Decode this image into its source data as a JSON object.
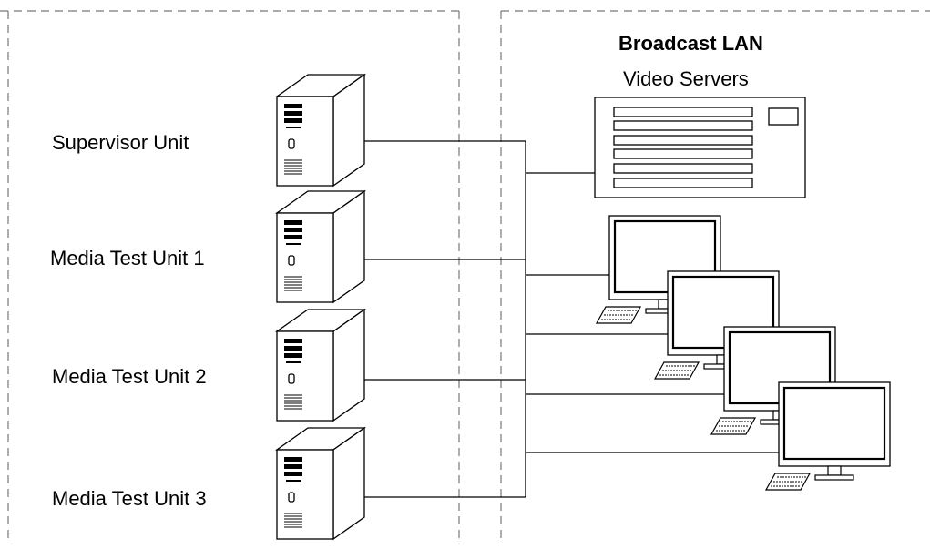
{
  "left_zone": {
    "labels": [
      "Supervisor Unit",
      "Media Test Unit 1",
      "Media Test Unit 2",
      "Media Test Unit 3"
    ]
  },
  "right_zone": {
    "title": "Broadcast LAN",
    "subtitle": "Video Servers"
  },
  "colors": {
    "line": "#000000",
    "dash": "#777777",
    "face": "#ffffff"
  },
  "icons": {
    "tower": "server-tower-icon",
    "rack": "video-server-rack-icon",
    "workstation": "workstation-icon"
  }
}
